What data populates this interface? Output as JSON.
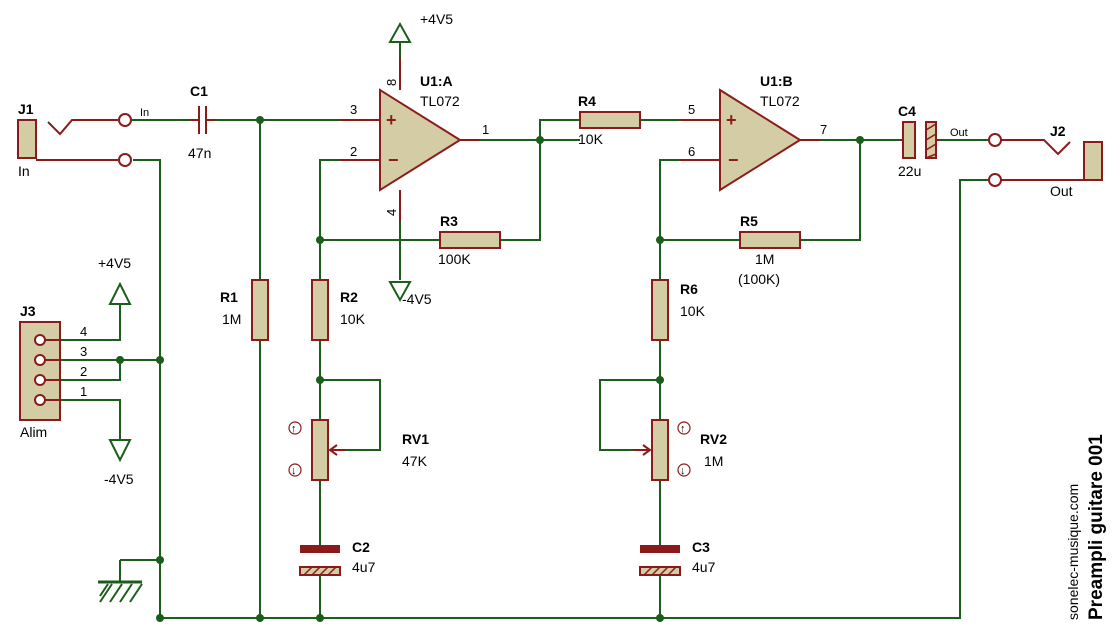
{
  "title": "Preampli guitare 001",
  "website": "sonelec-musique.com",
  "nets": {
    "pos_supply": "+4V5",
    "neg_supply": "-4V5",
    "net_in": "In",
    "net_out": "Out"
  },
  "components": {
    "J1": {
      "ref": "J1",
      "value": "In"
    },
    "J2": {
      "ref": "J2",
      "value": "Out"
    },
    "J3": {
      "ref": "J3",
      "value": "Alim",
      "pins": [
        "4",
        "3",
        "2",
        "1"
      ]
    },
    "C1": {
      "ref": "C1",
      "value": "47n"
    },
    "C2": {
      "ref": "C2",
      "value": "4u7"
    },
    "C3": {
      "ref": "C3",
      "value": "4u7"
    },
    "C4": {
      "ref": "C4",
      "value": "22u"
    },
    "R1": {
      "ref": "R1",
      "value": "1M"
    },
    "R2": {
      "ref": "R2",
      "value": "10K"
    },
    "R3": {
      "ref": "R3",
      "value": "100K"
    },
    "R4": {
      "ref": "R4",
      "value": "10K"
    },
    "R5": {
      "ref": "R5",
      "value": "1M",
      "alt_value": "(100K)"
    },
    "R6": {
      "ref": "R6",
      "value": "10K"
    },
    "RV1": {
      "ref": "RV1",
      "value": "47K"
    },
    "RV2": {
      "ref": "RV2",
      "value": "1M"
    },
    "U1A": {
      "ref": "U1:A",
      "value": "TL072",
      "pins": {
        "in_plus": "3",
        "in_minus": "2",
        "out": "1",
        "vpos": "8",
        "vneg": "4"
      }
    },
    "U1B": {
      "ref": "U1:B",
      "value": "TL072",
      "pins": {
        "in_plus": "5",
        "in_minus": "6",
        "out": "7"
      }
    }
  },
  "signs": {
    "plus": "+",
    "minus": "−"
  },
  "colors": {
    "wire": "#1b5e1b",
    "component": "#8b1a1a",
    "body_fill": "#d3cca4"
  }
}
